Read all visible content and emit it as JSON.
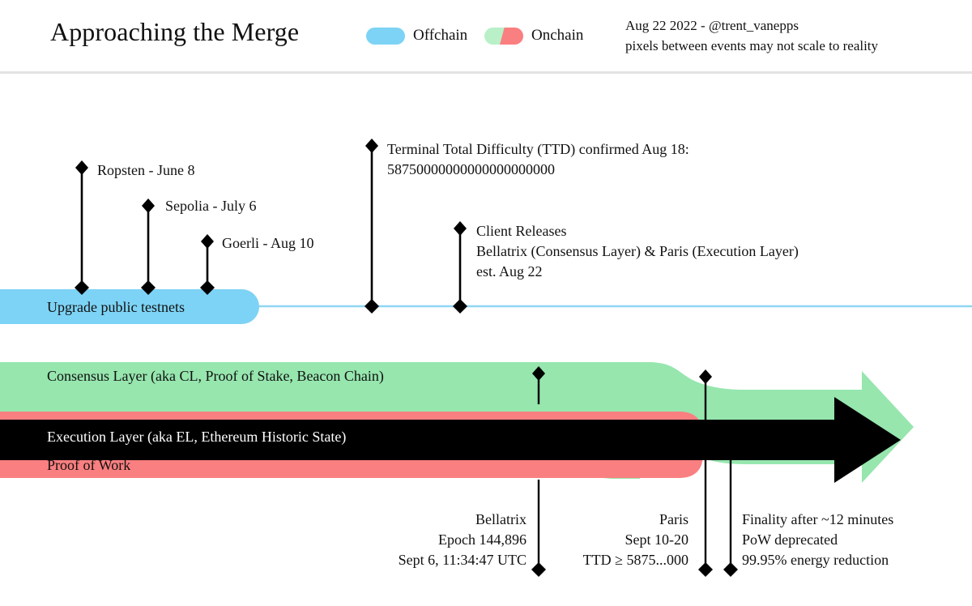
{
  "header": {
    "title": "Approaching the Merge",
    "legend": [
      {
        "name": "offchain",
        "label": "Offchain",
        "color": "#7dd3f5",
        "type": "solid"
      },
      {
        "name": "onchain",
        "label": "Onchain",
        "color_left": "#b9f0c8",
        "color_right": "#fa7f80",
        "type": "split"
      }
    ],
    "meta_line1": "Aug 22 2022 - @trent_vanepps",
    "meta_line2": "pixels between events may not scale to reality"
  },
  "colors": {
    "offchain_blue": "#7dd3f5",
    "offchain_line": "#8fd6f2",
    "consensus_green": "#96e6ae",
    "proof_of_work_red": "#fa7f80",
    "execution_black": "#000000",
    "header_rule": "#e3e3e3",
    "text": "#111111"
  },
  "offchain": {
    "track_label": "Upgrade public testnets",
    "events": [
      {
        "name": "ropsten",
        "label": "Ropsten - June 8"
      },
      {
        "name": "sepolia",
        "label": "Sepolia - July 6"
      },
      {
        "name": "goerli",
        "label": "Goerli - Aug 10"
      }
    ],
    "ttd": {
      "line1": "Terminal Total Difficulty (TTD) confirmed Aug 18:",
      "line2": "58750000000000000000000"
    },
    "client_releases": {
      "line1": "Client Releases",
      "line2": "Bellatrix (Consensus Layer) & Paris (Execution Layer)",
      "line3": "est. Aug 22"
    }
  },
  "onchain": {
    "consensus_layer_label": "Consensus Layer (aka CL, Proof of Stake, Beacon Chain)",
    "execution_layer_label": "Execution Layer (aka EL, Ethereum Historic State)",
    "proof_of_work_label": "Proof of Work"
  },
  "milestones": [
    {
      "name": "bellatrix",
      "line1": "Bellatrix",
      "line2": "Epoch 144,896",
      "line3": "Sept 6, 11:34:47 UTC"
    },
    {
      "name": "paris",
      "line1": "Paris",
      "line2": "Sept 10-20",
      "line3": "TTD ≥ 5875...000"
    },
    {
      "name": "post-merge",
      "line1": "Finality after ~12 minutes",
      "line2": "PoW deprecated",
      "line3": "99.95% energy reduction"
    }
  ]
}
